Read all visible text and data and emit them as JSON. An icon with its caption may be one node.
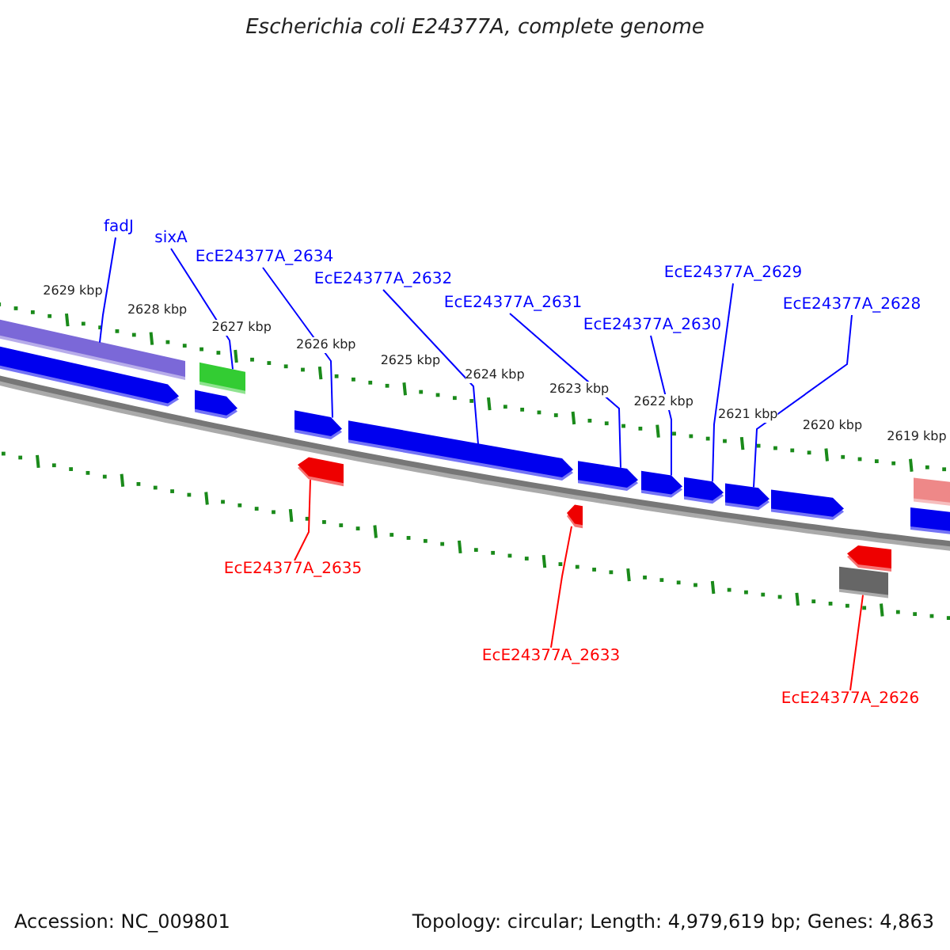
{
  "diagram": {
    "title": "Escherichia coli E24377A, complete genome",
    "nodes": [
      {
        "text": [
          "fadJ"
        ]
      },
      {
        "text": [
          "sixA"
        ]
      },
      {
        "text": [
          "EcE24377A_2634"
        ]
      },
      {
        "text": [
          "EcE24377A_2632"
        ]
      },
      {
        "text": [
          "EcE24377A_2631"
        ]
      },
      {
        "text": [
          "EcE24377A_2630"
        ]
      },
      {
        "text": [
          "EcE24377A_2629"
        ]
      },
      {
        "text": [
          "EcE24377A_2628"
        ]
      },
      {
        "text": [
          "EcE24377A_2635"
        ]
      },
      {
        "text": [
          "EcE24377A_2633"
        ]
      },
      {
        "text": [
          "EcE24377A_2626"
        ]
      },
      {
        "text": [],
        "shape": "bar"
      },
      {
        "text": [],
        "shape": "arrow"
      },
      {
        "text": [],
        "shape": "arrow"
      },
      {
        "text": [],
        "shape": "bar"
      },
      {
        "text": [],
        "shape": "arrow"
      },
      {
        "text": [],
        "shape": "arrow"
      },
      {
        "text": [],
        "shape": "arrow"
      },
      {
        "text": [],
        "shape": "arrow"
      },
      {
        "text": [],
        "shape": "arrow"
      },
      {
        "text": [],
        "shape": "arrow"
      },
      {
        "text": [],
        "shape": "arrow"
      },
      {
        "text": [],
        "shape": "arrow"
      },
      {
        "text": [],
        "shape": "arrow"
      },
      {
        "text": [],
        "shape": "bar"
      },
      {
        "text": [],
        "shape": "arrow"
      },
      {
        "text": [],
        "shape": "bar"
      },
      {
        "text": [],
        "shape": "bar"
      }
    ],
    "edges": [
      {
        "from": 0,
        "to": 11,
        "arrow": "none"
      },
      {
        "from": 1,
        "to": 14,
        "arrow": "none"
      },
      {
        "from": 2,
        "to": 15,
        "arrow": "none"
      },
      {
        "from": 3,
        "to": 17,
        "arrow": "none"
      },
      {
        "from": 4,
        "to": 19,
        "arrow": "none"
      },
      {
        "from": 5,
        "to": 20,
        "arrow": "none"
      },
      {
        "from": 6,
        "to": 21,
        "arrow": "none"
      },
      {
        "from": 7,
        "to": 22,
        "arrow": "none"
      },
      {
        "from": 8,
        "to": 16,
        "arrow": "none",
        "color": "#ff0000"
      },
      {
        "from": 9,
        "to": 18,
        "arrow": "none",
        "color": "#ff0000"
      },
      {
        "from": 10,
        "to": 24,
        "arrow": "none",
        "color": "#ff0000"
      }
    ],
    "labels": [
      "2629 kbp",
      "2628 kbp",
      "2627 kbp",
      "2626 kbp",
      "2625 kbp",
      "2624 kbp",
      "2623 kbp",
      "2622 kbp",
      "2621 kbp",
      "2620 kbp",
      "2619 kbp",
      "Accession: NC_009801",
      "Topology: circular; Length: 4,979,619 bp; Genes: 4,863"
    ]
  }
}
